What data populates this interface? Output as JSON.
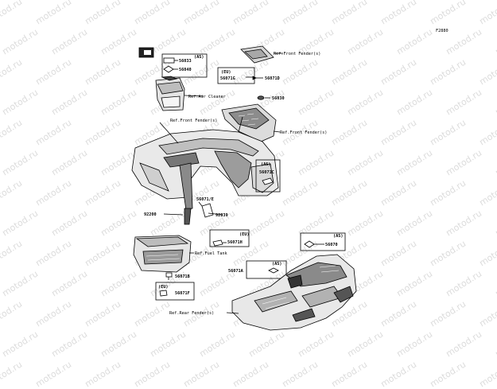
{
  "figure_code": "F2880",
  "watermark": "motod.ru",
  "labels": {
    "as_top": "(AS)",
    "p56033": "56033",
    "p56040": "56040",
    "ref_air_cleaner": "Ref.Air Cleaner",
    "ref_front_fender_top": "Ref.Front Fender(s)",
    "eu_top": "(EU)",
    "p56071g": "56071G",
    "p56071d": "56071D",
    "p56030": "56030",
    "ref_front_fender_left": "Ref.Front Fender(s)",
    "ref_front_fender_right": "Ref.Front Fender(s)",
    "as_c": "(AS)",
    "p56071c": "56071C",
    "p56071e": "56071/E",
    "p92039": "92039",
    "p92200": "92200",
    "eu_h": "(EU)",
    "p56071h": "56071H",
    "ref_fuel_tank": "Ref.Fuel Tank",
    "as_70": "(AS)",
    "p56070": "56070",
    "as_a": "(AS)",
    "p56071a": "56071A",
    "p56071b": "56071B",
    "eu_f": "(EU)",
    "p56071f": "56071F",
    "ref_rear_fender": "Ref.Rear Fender(s)"
  }
}
